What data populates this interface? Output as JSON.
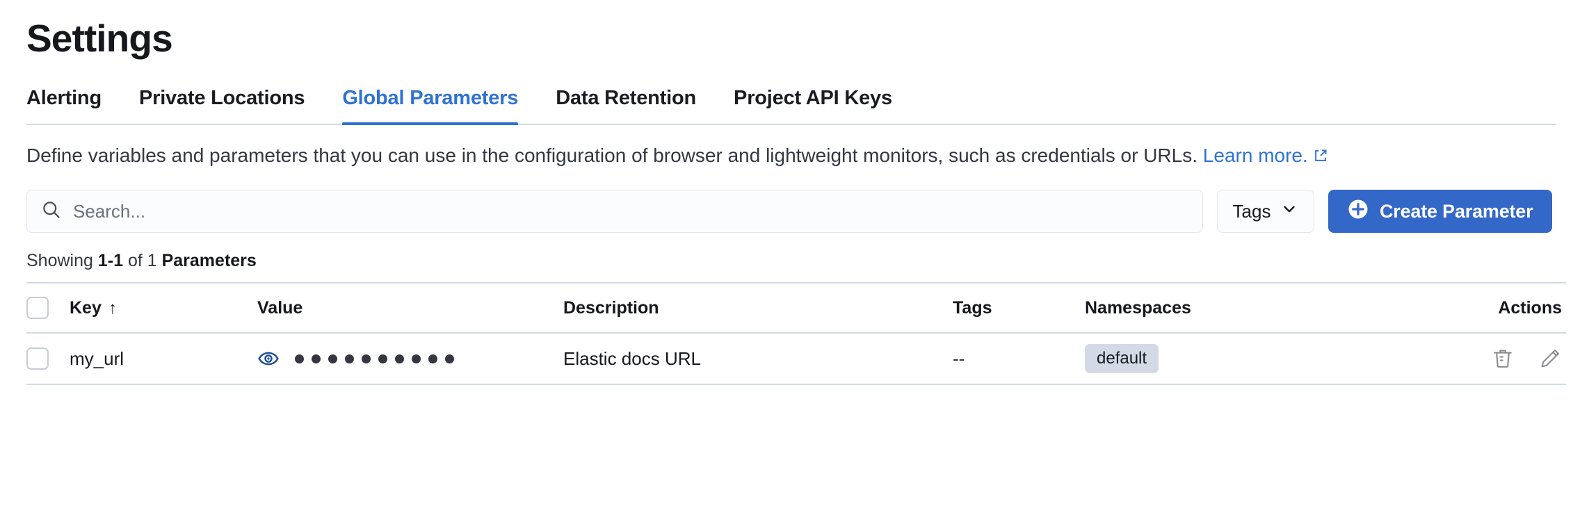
{
  "page": {
    "title": "Settings"
  },
  "tabs": [
    {
      "label": "Alerting",
      "active": false
    },
    {
      "label": "Private Locations",
      "active": false
    },
    {
      "label": "Global Parameters",
      "active": true
    },
    {
      "label": "Data Retention",
      "active": false
    },
    {
      "label": "Project API Keys",
      "active": false
    }
  ],
  "description": {
    "text": "Define variables and parameters that you can use in the configuration of browser and lightweight monitors, such as credentials or URLs. ",
    "link_text": "Learn more.",
    "link_icon": "external-link-icon"
  },
  "controls": {
    "search_placeholder": "Search...",
    "search_value": "",
    "search_icon": "search-icon",
    "tags_label": "Tags",
    "tags_chevron": "chevron-down-icon",
    "create_label": "Create Parameter",
    "create_icon": "plus-circle-icon",
    "create_color": "#3468c8"
  },
  "summary": {
    "prefix": "Showing ",
    "range": "1-1",
    "middle": " of 1 ",
    "entity": "Parameters"
  },
  "table": {
    "columns": [
      {
        "label": "Key",
        "sort": "↑"
      },
      {
        "label": "Value",
        "sort": ""
      },
      {
        "label": "Description",
        "sort": ""
      },
      {
        "label": "Tags",
        "sort": ""
      },
      {
        "label": "Namespaces",
        "sort": ""
      },
      {
        "label": "Actions",
        "sort": ""
      }
    ],
    "rows": [
      {
        "key": "my_url",
        "value_masked": "••••••••••",
        "value_dots": 10,
        "value_toggle_icon": "eye-icon",
        "description": "Elastic docs URL",
        "tags": "--",
        "namespace": "default",
        "actions": [
          "trash-icon",
          "pencil-icon"
        ]
      }
    ]
  },
  "colors": {
    "accent": "#2f72d4",
    "button": "#3468c8",
    "border": "#d3dae6",
    "badge_bg": "#d3dae6",
    "eye_icon": "#1f4e96",
    "action_icon": "#87898e"
  }
}
